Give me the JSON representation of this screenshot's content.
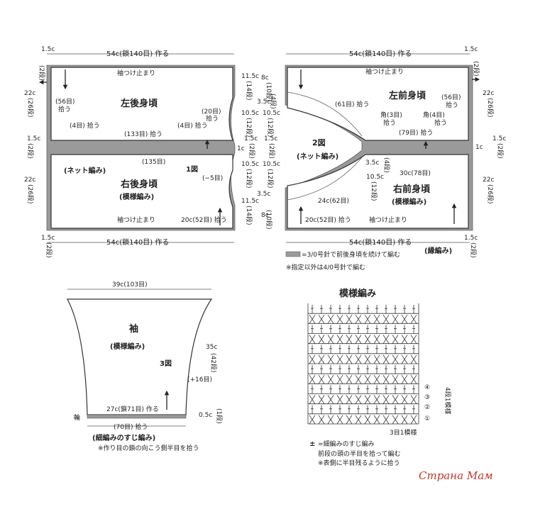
{
  "top_dims": {
    "left_width": "54c(鎖140目) 作る",
    "right_width": "54c(鎖140目) 作る",
    "bottom_left_width": "54c(鎖140目) 作る",
    "bottom_right_width": "54c(鎖140目) 作る",
    "edge_left": "1.5c",
    "edge_left_rows": "(2段)",
    "edge_right": "1.5c",
    "edge_right_rows": "(2段)"
  },
  "left_back": {
    "title": "左後身頃",
    "sleeve_stop": "袖つけ止まり",
    "pick_56": "(56目)",
    "pick_56_b": "拾う",
    "pick_4": "(4目) 拾う",
    "pick_133": "(133目) 拾う",
    "pick_20": "(20目)",
    "pick_20_b": "拾う",
    "pick_4b": "(4目) 拾う",
    "height": "22c",
    "height_rows": "(26段)",
    "gap": "1.5c",
    "gap_rows": "(2段)"
  },
  "right_back": {
    "title": "右後身頃",
    "subtitle": "(模様編み)",
    "fig": "1図",
    "decrease": "(−5目)",
    "rows_135": "(135目)",
    "net": "(ネット編み)",
    "sleeve_stop": "袖つけ止まり",
    "pick_52": "20c(52目) 拾う",
    "height": "22c",
    "height_rows": "(26段)"
  },
  "center_dims": {
    "a": "11.5c",
    "a_rows": "(14段)",
    "b": "8c",
    "b_rows": "(10段)",
    "c": "3.5c",
    "c_rows": "(4段)",
    "d": "10.5c",
    "d_rows": "(12段)",
    "e": "1.5c",
    "e_rows": "(2段)",
    "f": "1c"
  },
  "left_front": {
    "title": "左前身頃",
    "sleeve_stop": "袖つけ止まり",
    "pick_61": "(61目) 拾う",
    "pick_56": "(56目)",
    "pick_56_b": "拾う",
    "corner1": "角(3目)",
    "corner1_b": "拾う",
    "corner2": "角(4目)",
    "corner2_b": "拾う",
    "pick_79": "(79目) 拾う",
    "height": "22c",
    "height_rows": "(26段)"
  },
  "right_front": {
    "title": "右前身頃",
    "subtitle": "(模様編み)",
    "fig2": "2図",
    "net": "(ネット編み)",
    "w30": "30c(78目)",
    "w24": "24c(62目)",
    "pick_52": "20c(52目) 拾う",
    "sleeve_stop": "袖つけ止まり",
    "edge": "(縁編み)",
    "height": "22c",
    "height_rows": "(26段)",
    "side": "1.5c",
    "side_rows": "(2段)",
    "side_1c": "1c"
  },
  "notes": {
    "line1": "=3/0号針で前後身頃を続けて編む",
    "line2": "※指定以外は4/0号針で編む"
  },
  "sleeve": {
    "top_width": "39c(103目)",
    "title": "袖",
    "subtitle": "(模様編み)",
    "fig": "3図",
    "height": "35c",
    "height_rows": "(42段)",
    "increase": "(+16目)",
    "bottom_width": "27c(鎖71目) 作る",
    "bottom_edge": "0.5c",
    "bottom_edge_rows": "(1段)",
    "ring": "輪",
    "pick_70": "(70目) 拾う",
    "edge_name": "(細編みのすじ編み)",
    "edge_note": "※作り目の鎖の向こう側半目を拾う"
  },
  "pattern": {
    "title": "模様編み",
    "row4": "④",
    "row3": "③",
    "row2": "②",
    "row1": "①",
    "repeat_rows": "4段1模様",
    "repeat_sts": "3目1模様",
    "legend_symbol": "±",
    "legend_name": "=細編みのすじ編み",
    "legend_l1": "前段の頭の半目を拾って編む",
    "legend_l2": "※表側に半目残るように拾う"
  },
  "watermark": "Страна Мам"
}
